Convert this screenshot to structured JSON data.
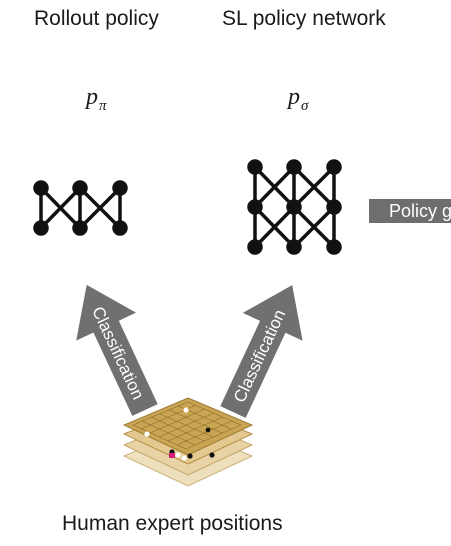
{
  "labels": {
    "rollout_policy": "Rollout policy",
    "sl_policy_network": "SL policy network",
    "human_expert_positions": "Human expert positions",
    "policy_badge": "Policy g"
  },
  "symbols": {
    "p_pi": {
      "base": "p",
      "sub": "π"
    },
    "p_sigma": {
      "base": "p",
      "sub": "σ"
    }
  },
  "arrows": {
    "left": "Classification",
    "right": "Classification"
  },
  "colors": {
    "arrow": "#707070",
    "network": "#111111",
    "board": "#c9a452",
    "board_layer": "#e8d3a6",
    "badge": "#6e6e6e"
  }
}
